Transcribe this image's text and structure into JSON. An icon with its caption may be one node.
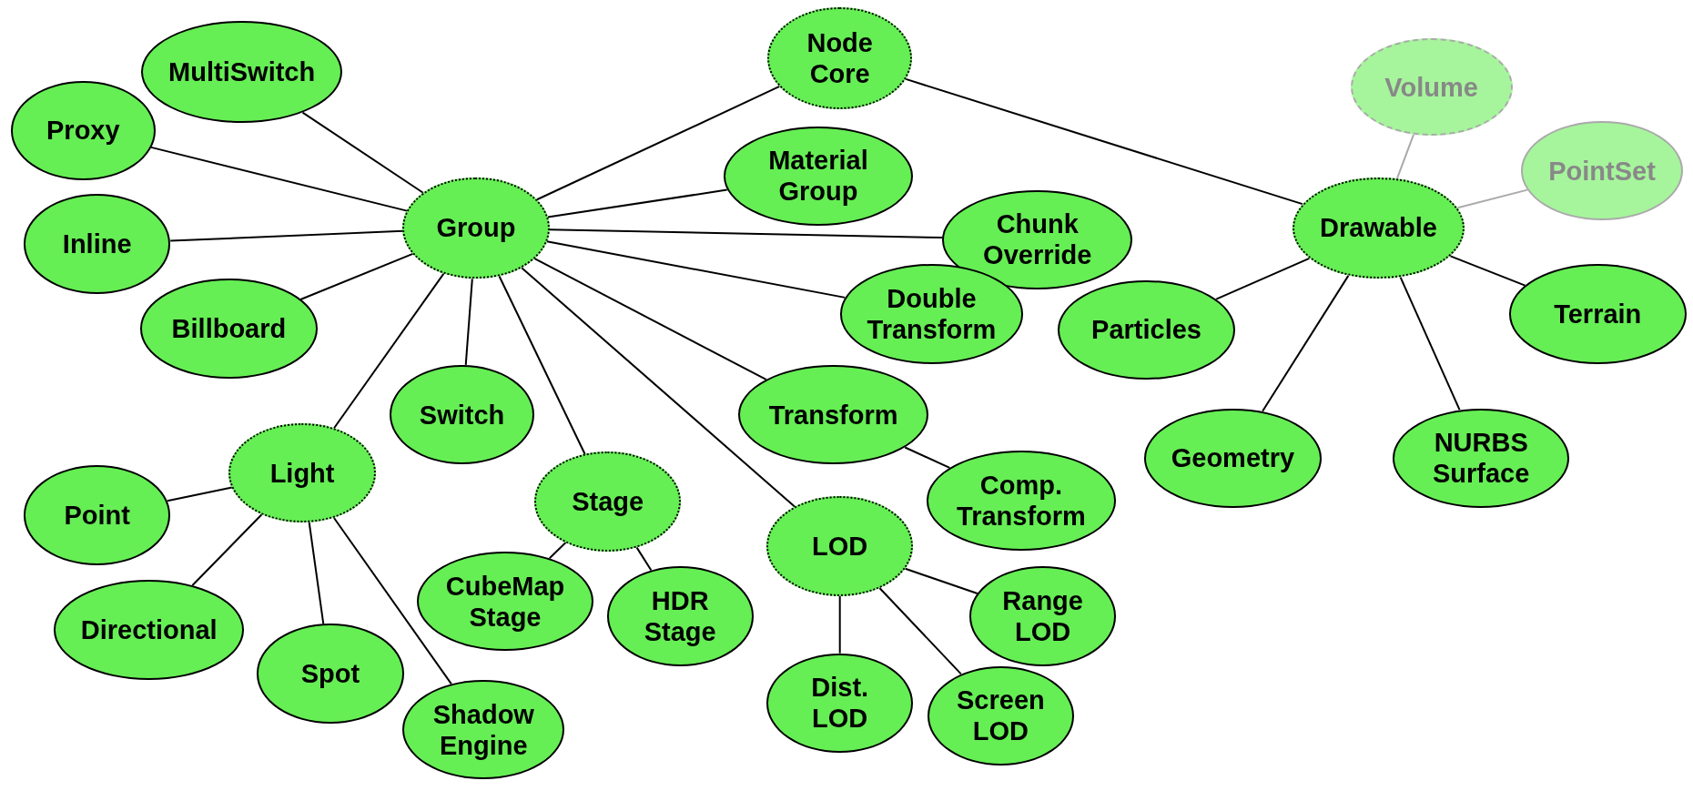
{
  "diagram": {
    "nodes": [
      {
        "text": [
          "Node Core"
        ]
      },
      {
        "text": [
          "MultiSwitch"
        ]
      },
      {
        "text": [
          "Proxy"
        ]
      },
      {
        "text": [
          "Volume"
        ]
      },
      {
        "text": [
          "PointSet"
        ]
      },
      {
        "text": [
          "Material Group"
        ]
      },
      {
        "text": [
          "Group"
        ]
      },
      {
        "text": [
          "Chunk Override"
        ]
      },
      {
        "text": [
          "Drawable"
        ]
      },
      {
        "text": [
          "Inline"
        ]
      },
      {
        "text": [
          "Billboard"
        ]
      },
      {
        "text": [
          "Double Transform"
        ]
      },
      {
        "text": [
          "Particles"
        ]
      },
      {
        "text": [
          "Terrain"
        ]
      },
      {
        "text": [
          "Switch"
        ]
      },
      {
        "text": [
          "Transform"
        ]
      },
      {
        "text": [
          "Light"
        ]
      },
      {
        "text": [
          "Geometry"
        ]
      },
      {
        "text": [
          "NURBS Surface"
        ]
      },
      {
        "text": [
          "Point"
        ]
      },
      {
        "text": [
          "Stage"
        ]
      },
      {
        "text": [
          "Comp. Transform"
        ]
      },
      {
        "text": [
          "LOD"
        ]
      },
      {
        "text": [
          "CubeMap Stage"
        ]
      },
      {
        "text": [
          "HDR Stage"
        ]
      },
      {
        "text": [
          "Range LOD"
        ]
      },
      {
        "text": [
          "Directional"
        ]
      },
      {
        "text": [
          "Spot"
        ]
      },
      {
        "text": [
          "Shadow Engine"
        ]
      },
      {
        "text": [
          "Dist. LOD"
        ]
      },
      {
        "text": [
          "Screen LOD"
        ]
      }
    ],
    "edges": [
      {
        "from": 6,
        "to": 0,
        "arrow": "none"
      },
      {
        "from": 0,
        "to": 8,
        "arrow": "none"
      },
      {
        "from": 6,
        "to": 1,
        "arrow": "none"
      },
      {
        "from": 6,
        "to": 2,
        "arrow": "none"
      },
      {
        "from": 6,
        "to": 9,
        "arrow": "none"
      },
      {
        "from": 6,
        "to": 10,
        "arrow": "none"
      },
      {
        "from": 6,
        "to": 5,
        "arrow": "none"
      },
      {
        "from": 6,
        "to": 7,
        "arrow": "none"
      },
      {
        "from": 6,
        "to": 11,
        "arrow": "none"
      },
      {
        "from": 6,
        "to": 15,
        "arrow": "none"
      },
      {
        "from": 6,
        "to": 22,
        "arrow": "none"
      },
      {
        "from": 6,
        "to": 20,
        "arrow": "none"
      },
      {
        "from": 6,
        "to": 14,
        "arrow": "none"
      },
      {
        "from": 6,
        "to": 16,
        "arrow": "none"
      },
      {
        "from": 8,
        "to": 3,
        "arrow": "none",
        "color": "#aaaaaa"
      },
      {
        "from": 8,
        "to": 4,
        "arrow": "none",
        "color": "#aaaaaa"
      },
      {
        "from": 8,
        "to": 12,
        "arrow": "none"
      },
      {
        "from": 8,
        "to": 13,
        "arrow": "none"
      },
      {
        "from": 8,
        "to": 17,
        "arrow": "none"
      },
      {
        "from": 8,
        "to": 18,
        "arrow": "none"
      },
      {
        "from": 15,
        "to": 21,
        "arrow": "none"
      },
      {
        "from": 16,
        "to": 19,
        "arrow": "none"
      },
      {
        "from": 16,
        "to": 26,
        "arrow": "none"
      },
      {
        "from": 16,
        "to": 27,
        "arrow": "none"
      },
      {
        "from": 16,
        "to": 28,
        "arrow": "none"
      },
      {
        "from": 20,
        "to": 23,
        "arrow": "none"
      },
      {
        "from": 20,
        "to": 24,
        "arrow": "none"
      },
      {
        "from": 22,
        "to": 25,
        "arrow": "none"
      },
      {
        "from": 22,
        "to": 29,
        "arrow": "none"
      },
      {
        "from": 22,
        "to": 30,
        "arrow": "none"
      }
    ]
  }
}
